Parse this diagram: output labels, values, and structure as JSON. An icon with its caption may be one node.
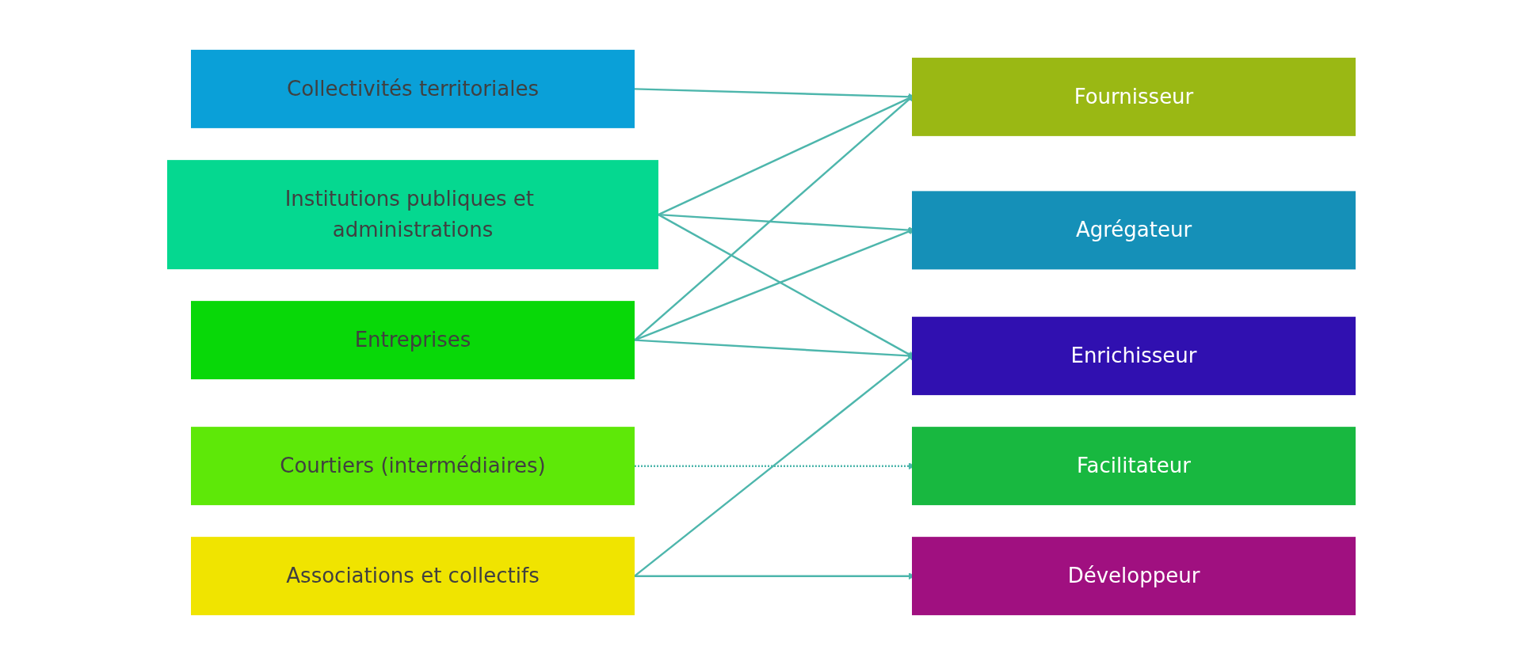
{
  "diagram": {
    "nodes": [
      {
        "text": [
          "Collectivités territoriales"
        ]
      },
      {
        "text": [
          "Institutions publiques et administrations"
        ]
      },
      {
        "text": [
          "Entreprises"
        ]
      },
      {
        "text": [
          "Courtiers (intermédiaires)"
        ]
      },
      {
        "text": [
          "Associations et collectifs"
        ]
      },
      {
        "text": [
          "Fournisseur"
        ]
      },
      {
        "text": [
          "Facilitateur"
        ]
      },
      {
        "text": [
          "Agrégateur"
        ]
      },
      {
        "text": [
          "Enrichisseur"
        ]
      },
      {
        "text": [
          "Développeur"
        ]
      }
    ],
    "edges": [
      {
        "from": 0,
        "to": 5,
        "arrow": "to"
      },
      {
        "from": 1,
        "to": 5,
        "arrow": "to"
      },
      {
        "from": 1,
        "to": 7,
        "arrow": "to"
      },
      {
        "from": 1,
        "to": 8,
        "arrow": "to"
      },
      {
        "from": 2,
        "to": 5,
        "arrow": "to"
      },
      {
        "from": 2,
        "to": 7,
        "arrow": "to"
      },
      {
        "from": 2,
        "to": 8,
        "arrow": "to"
      },
      {
        "from": 3,
        "to": 6,
        "arrow": "to",
        "style": "dashed"
      },
      {
        "from": 4,
        "to": 8,
        "arrow": "to"
      },
      {
        "from": 4,
        "to": 9,
        "arrow": "to"
      }
    ]
  }
}
